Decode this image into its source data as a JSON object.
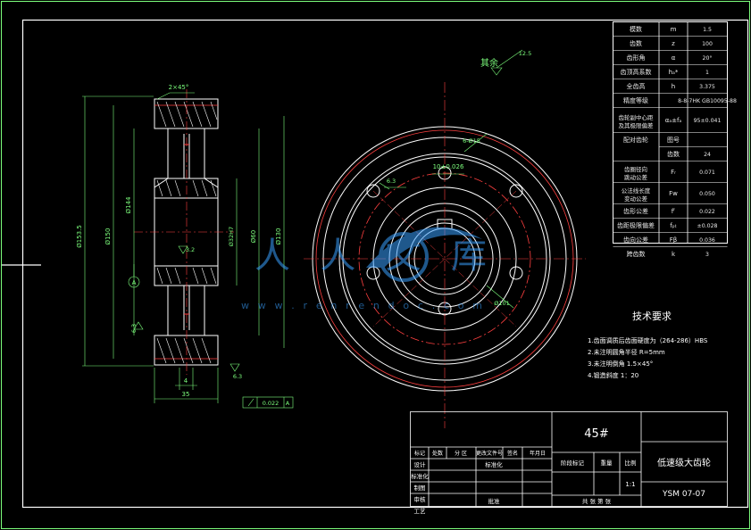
{
  "params": {
    "rows": [
      {
        "name": "模数",
        "sym": "m",
        "val": "1.5"
      },
      {
        "name": "齿数",
        "sym": "z",
        "val": "100"
      },
      {
        "name": "齿形角",
        "sym": "α",
        "val": "20°"
      },
      {
        "name": "齿顶高系数",
        "sym": "hₐ*",
        "val": "1"
      },
      {
        "name": "全齿高",
        "sym": "h",
        "val": "3.375"
      },
      {
        "name": "精度等级",
        "sym": "",
        "val": "8-8-7HK GB10095-88"
      },
      {
        "name": "齿轮副中心距及其极限偏差",
        "sym": "αₐ±fₐ",
        "val": "95±0.041"
      },
      {
        "name": "配对齿轮",
        "sym": "图号",
        "val": ""
      },
      {
        "name": "",
        "sym": "齿数",
        "val": "24"
      },
      {
        "name": "齿圈径向跳动公差",
        "sym": "Fᵣ",
        "val": "0.071"
      },
      {
        "name": "公法线长度变动公差",
        "sym": "Fw",
        "val": "0.050"
      },
      {
        "name": "齿形公差",
        "sym": "fᶠ",
        "val": "0.022"
      },
      {
        "name": "齿距极限偏差",
        "sym": "fₚₜ",
        "val": "±0.028"
      },
      {
        "name": "齿向公差",
        "sym": "Fβ",
        "val": "0.036"
      },
      {
        "name": "跨齿数",
        "sym": "k",
        "val": "3"
      }
    ]
  },
  "notes": {
    "title": "技术要求",
    "items": [
      "1.齿面调质后齿面硬度为（264-286）HBS",
      "2.未注明圆角半径 R=5mm",
      "3.未注明倒角 1.5×45°",
      "4.锻造斜度 1：20"
    ]
  },
  "roughness": {
    "rest_label": "其余",
    "rest_value": "12.5",
    "side_value": "3.2",
    "hub_value": "6.3"
  },
  "dims": {
    "chamfer": "2×45°",
    "od": "Ø153.5",
    "d2": "Ø150",
    "d3": "Ø144",
    "d4": "Ø130",
    "d5": "Ø60",
    "hub": "Ø32H7",
    "width": "35",
    "web": "4",
    "key": "10±0.026",
    "holes": "6-Ø15",
    "pitch_circle": "Ø101",
    "gd_tol": "0.022",
    "gd_datum": "A",
    "datum": "A"
  },
  "titleblock": {
    "material": "45#",
    "part_name": "低速级大齿轮",
    "drawing_no": "YSM 07-07",
    "scale": "1:1",
    "headers": [
      "标记",
      "处数",
      "分 区",
      "更改文件号",
      "签名",
      "年月日"
    ],
    "rows": [
      "设计",
      "标准化",
      "制图",
      "审核",
      "工艺"
    ],
    "sign_label": "批准",
    "stage_label": "阶段标记",
    "weight_label": "重量",
    "scale_label": "比例",
    "sheets_label": "共 张  第 张"
  },
  "watermark": {
    "logo": "人人文库",
    "url": "w w w . r e n r e n d o c . c o m"
  }
}
